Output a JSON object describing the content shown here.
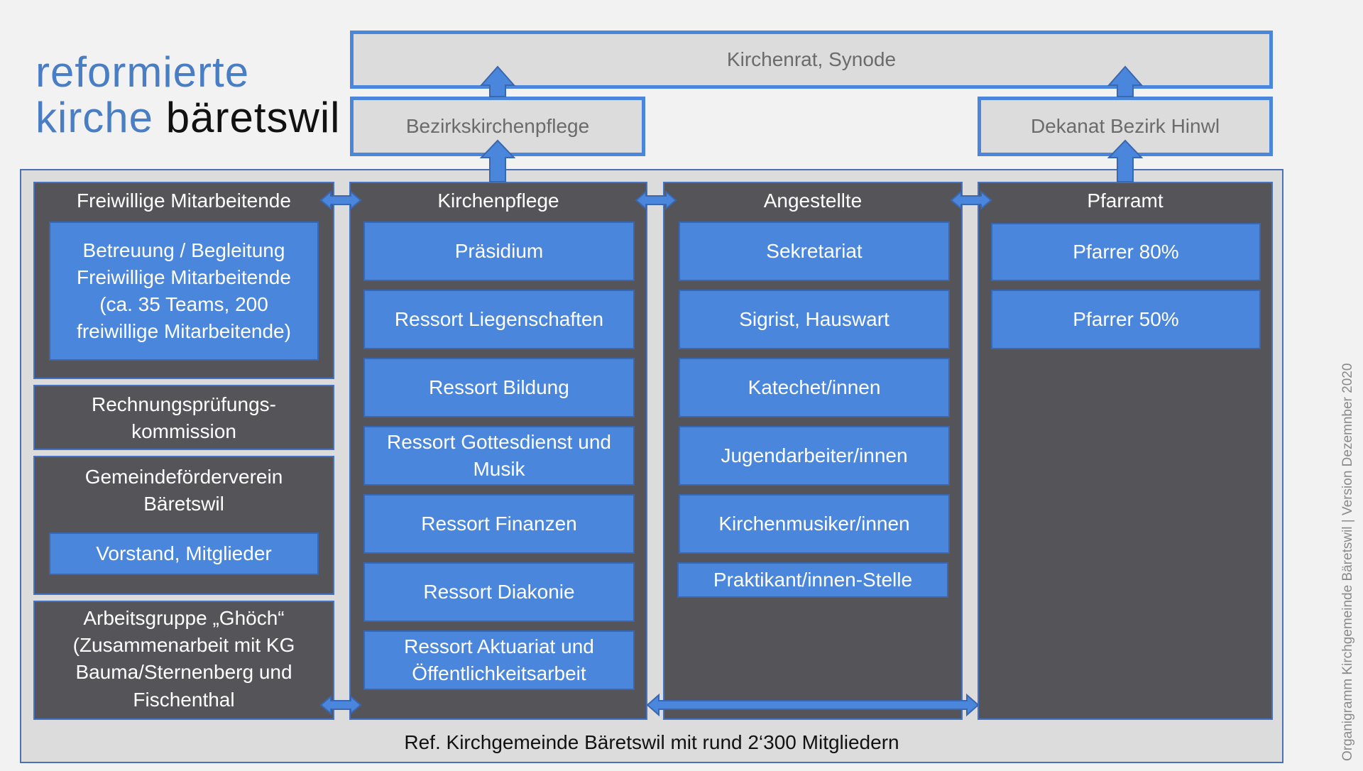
{
  "logo": {
    "line1": "reformierte",
    "line2_blue": "kirche",
    "line2_black": "bäretswil"
  },
  "top": {
    "kirchenrat": "Kirchenrat, Synode",
    "bezirk": "Bezirkskirchenpflege",
    "dekanat": "Dekanat Bezirk Hinwl"
  },
  "columns": {
    "freiwillige": {
      "title": "Freiwillige Mitarbeitende",
      "card_lines": [
        "Betreuung / Begleitung",
        "Freiwillige Mitarbeitende",
        "(ca. 35 Teams, 200",
        "freiwillige Mitarbeitende)"
      ],
      "rechnung_lines": [
        "Rechnungsprüfungs-",
        "kommission"
      ],
      "verein_lines": [
        "Gemeindeförderverein",
        "Bäretswil"
      ],
      "verein_card": "Vorstand, Mitglieder",
      "ghoech_lines": [
        "Arbeitsgruppe „Ghöch“",
        "(Zusammenarbeit mit KG",
        "Bauma/Sternenberg und",
        "Fischenthal"
      ]
    },
    "kirchenpflege": {
      "title": "Kirchenpflege",
      "items": [
        "Präsidium",
        "Ressort Liegenschaften",
        "Ressort Bildung",
        "Ressort Gottesdienst und Musik",
        "Ressort Finanzen",
        "Ressort Diakonie",
        "Ressort Aktuariat und Öffentlichkeitsarbeit"
      ]
    },
    "angestellte": {
      "title": "Angestellte",
      "items": [
        "Sekretariat",
        "Sigrist, Hauswart",
        "Katechet/innen",
        "Jugendarbeiter/innen",
        "Kirchenmusiker/innen",
        "Praktikant/innen-Stelle"
      ]
    },
    "pfarramt": {
      "title": "Pfarramt",
      "items": [
        "Pfarrer 80%",
        "Pfarrer 50%"
      ]
    }
  },
  "footer": "Ref. Kirchgemeinde Bäretswil mit rund 2‘300 Mitgliedern",
  "vertical_note": "Organigramm Kirchgemeinde Bäretswil | Version Dezemnber  2020",
  "colors": {
    "card_blue": "#4a86db",
    "column_dark": "#545459",
    "frame_gray": "#dcdcdc",
    "logo_blue": "#4a7ec4"
  }
}
